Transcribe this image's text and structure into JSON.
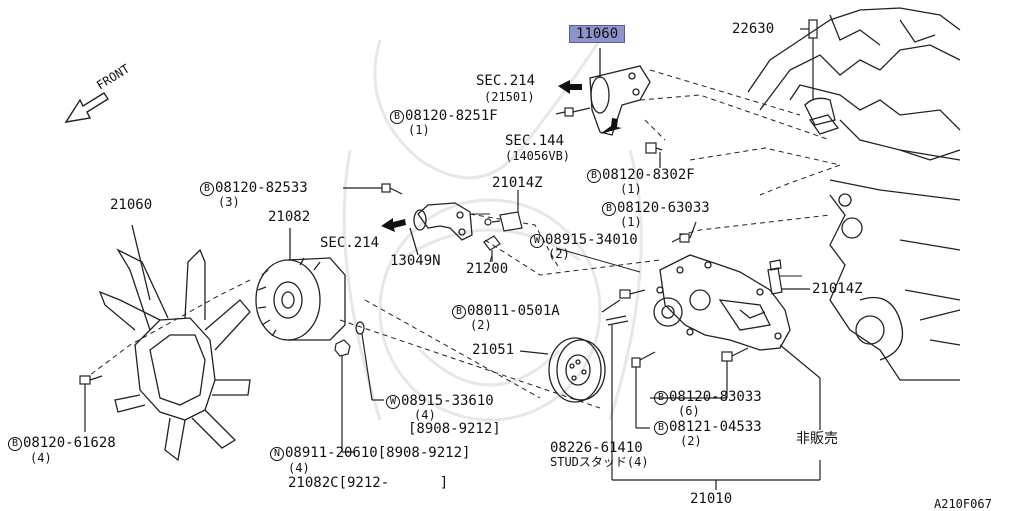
{
  "diagram": {
    "front_label": "FRONT",
    "figure_code": "A210F067",
    "parts": {
      "p11060": "11060",
      "p22630": "22630",
      "sec214_top": "SEC.214",
      "sec214_top_sub": "(21501)",
      "bolt_8251F": "08120-8251F",
      "bolt_8251F_qty": "(1)",
      "sec144": "SEC.144",
      "sec144_sub": "(14056VB)",
      "bolt_8302F": "08120-8302F",
      "bolt_8302F_qty": "(1)",
      "bolt_82533": "08120-82533",
      "bolt_82533_qty": "(3)",
      "p21014Z_top": "21014Z",
      "p21060": "21060",
      "p21082": "21082",
      "sec214_mid": "SEC.214",
      "p13049N": "13049N",
      "p21200": "21200",
      "bolt_63033": "08120-63033",
      "bolt_63033_qty": "(1)",
      "washer_34010": "08915-34010",
      "washer_34010_qty": "(2)",
      "p21014Z_right": "21014Z",
      "bolt_0501A": "08011-0501A",
      "bolt_0501A_qty": "(2)",
      "p21051": "21051",
      "washer_33610": "08915-33610",
      "washer_33610_qty": "(4)",
      "washer_33610_date": "[8908-9212]",
      "bolt_61628": "08120-61628",
      "bolt_61628_qty": "(4)",
      "nut_20610": "08911-20610",
      "nut_20610_date": "[8908-9212]",
      "nut_20610_qty": "(4)",
      "p21082C": "21082C[9212-      ]",
      "bolt_83033": "08120-83033",
      "bolt_83033_qty": "(6)",
      "bolt_04533": "08121-04533",
      "bolt_04533_qty": "(2)",
      "stud_61410": "08226-61410",
      "stud_label": "STUDスタッド(4)",
      "not_for_sale": "非販売",
      "p21010": "21010"
    },
    "circle_prefix": {
      "B": "B",
      "W": "W",
      "N": "N"
    }
  }
}
